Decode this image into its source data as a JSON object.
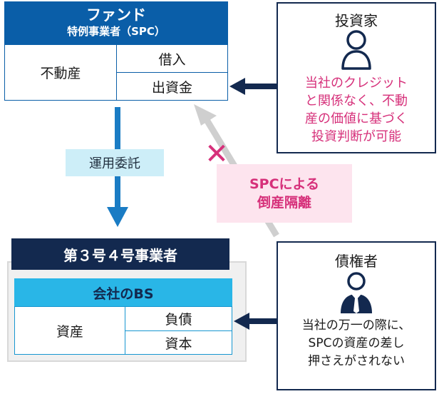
{
  "fund": {
    "title": "ファンド",
    "subtitle": "特例事業者（SPC）",
    "asset": "不動産",
    "debt": "借入",
    "equity": "出資金"
  },
  "flow": {
    "entrust_label": "運用委託"
  },
  "operator": {
    "title": "第３号４号事業者",
    "bs_title": "会社のBS",
    "asset": "資産",
    "debt": "負債",
    "capital": "資本"
  },
  "investor": {
    "title": "投資家",
    "icon": "person-outline-icon",
    "text": [
      "当社のクレジット",
      "と関係なく、不動",
      "産の価値に基づく",
      "投資判断が可能"
    ],
    "text_color": "#d6307a"
  },
  "creditor": {
    "title": "債権者",
    "icon": "businessman-icon",
    "text": [
      "当社の万一の際に、",
      "SPCの資産の差し",
      "押さえがされない"
    ]
  },
  "spc_isolation": {
    "line1": "SPCによる",
    "line2": "倒産隔離",
    "mark": "✕"
  },
  "colors": {
    "fund_blue": "#0a5ea8",
    "navy": "#13294f",
    "cyan": "#29b6e7",
    "pink": "#d6307a",
    "light_pink": "#fde4ee",
    "light_cyan": "#cdeef8",
    "gray_arrow": "#cfcfcf"
  }
}
